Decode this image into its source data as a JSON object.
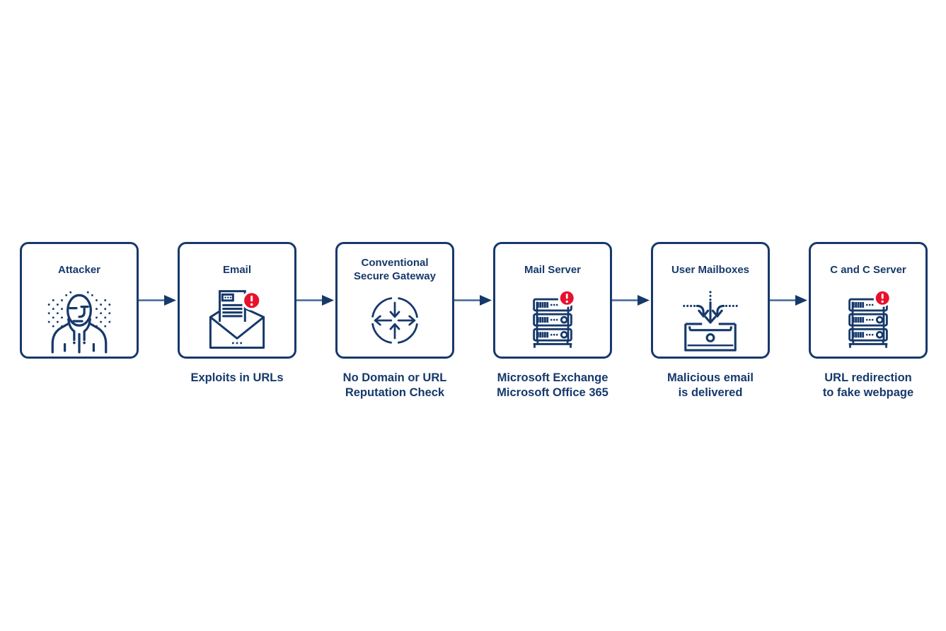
{
  "page": {
    "background": "#ffffff",
    "description": "Email phishing attack flow diagram"
  },
  "colors": {
    "navy": "#16396B",
    "alert_red": "#E8112D",
    "connector_shaft": "#44679B",
    "white": "#FFFFFF"
  },
  "flow": {
    "connector_icon": "arrow-right-icon",
    "nodes": [
      {
        "title": "Attacker",
        "icon": "attacker-icon",
        "alert_badge": false,
        "caption": ""
      },
      {
        "title": "Email",
        "icon": "email-alert-icon",
        "alert_badge": true,
        "caption": "Exploits in URLs"
      },
      {
        "title": "Conventional\nSecure Gateway",
        "icon": "secure-gateway-icon",
        "alert_badge": false,
        "caption": "No Domain or URL\nReputation Check"
      },
      {
        "title": "Mail Server",
        "icon": "mail-server-alert-icon",
        "alert_badge": true,
        "caption": "Microsoft Exchange\nMicrosoft Office 365"
      },
      {
        "title": "User Mailboxes",
        "icon": "user-mailboxes-icon",
        "alert_badge": false,
        "caption": "Malicious email\nis delivered"
      },
      {
        "title": "C and C Server",
        "icon": "cc-server-alert-icon",
        "alert_badge": true,
        "caption": "URL redirection\nto fake webpage"
      }
    ]
  }
}
